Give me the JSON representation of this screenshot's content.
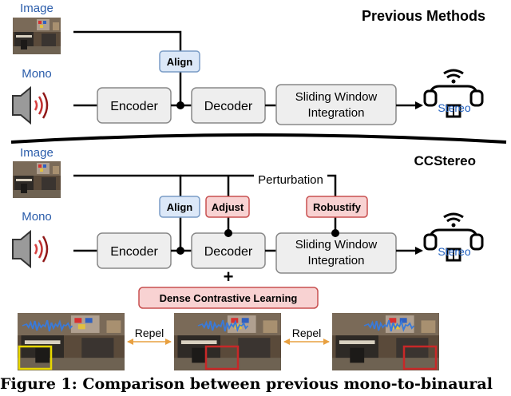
{
  "top": {
    "section_title": "Previous Methods",
    "image_label": "Image",
    "mono_label": "Mono",
    "align_label": "Align",
    "encoder_label": "Encoder",
    "decoder_label": "Decoder",
    "sliding_line1": "Sliding Window",
    "sliding_line2": "Integration",
    "stereo_label": "Stereo"
  },
  "bottom": {
    "section_title": "CCStereo",
    "image_label": "Image",
    "mono_label": "Mono",
    "perturbation_label": "Perturbation",
    "align_label": "Align",
    "adjust_label": "Adjust",
    "robustify_label": "Robustify",
    "encoder_label": "Encoder",
    "decoder_label": "Decoder",
    "sliding_line1": "Sliding Window",
    "sliding_line2": "Integration",
    "stereo_label": "Stereo",
    "plus_sign": "+",
    "dcl_label": "Dense Contrastive Learning"
  },
  "strip": {
    "repel_left": "Repel",
    "repel_right": "Repel"
  },
  "caption": "Figure 1: Comparison between previous mono-to-binaural",
  "colors": {
    "box_fill": "#eeeeee",
    "box_stroke": "#888888",
    "align_fill": "#dce8f8",
    "align_stroke": "#7a9cc6",
    "red_fill": "#f8d2d2",
    "red_stroke": "#c85050",
    "stereo_text": "#1f5fbf",
    "label_blue": "#2a5caa",
    "repel_arrow": "#e8a040",
    "thumb_border_red": "#c82828",
    "thumb_border_yellow": "#e8d800"
  }
}
